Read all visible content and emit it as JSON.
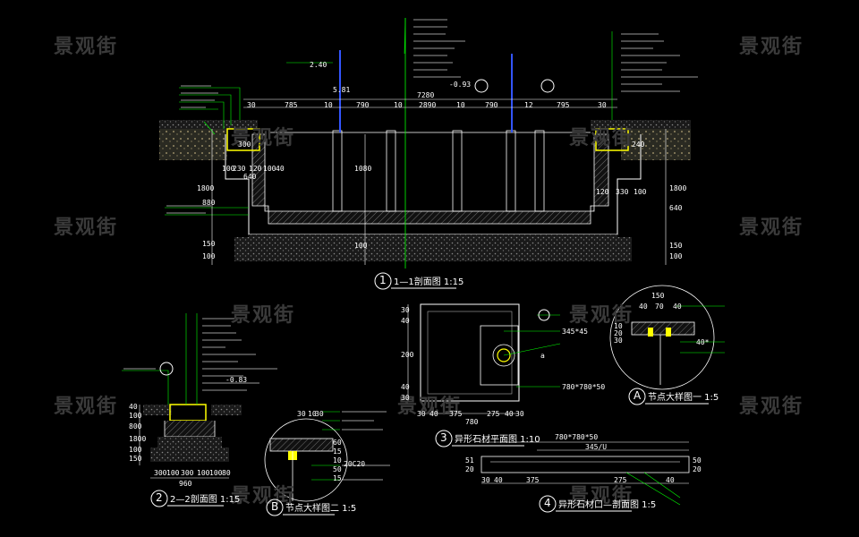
{
  "watermark": "景观街",
  "colors": {
    "background": "#000000",
    "leader": "#00ff00",
    "dimension": "#ffffff",
    "structure": "#ffffff",
    "gravel": "#777777",
    "ground": "#c8b88a",
    "yellow": "#ffff00",
    "blue": "#3355ff"
  },
  "views": {
    "section1": {
      "number": "1",
      "title": "1—1剖面图 1:15"
    },
    "section2": {
      "number": "2",
      "title": "2—2剖面图 1:15"
    },
    "plan3": {
      "number": "3",
      "title": "异形石材平面图 1:10"
    },
    "section4": {
      "number": "4",
      "title": "异形石材口—剖面图 1:5"
    },
    "detailA": {
      "letter": "A",
      "title": "节点大样图一 1:5"
    },
    "detailB": {
      "letter": "B",
      "title": "节点大样图二 1:5"
    }
  },
  "section1_dims": {
    "total": "7280",
    "top": [
      "30",
      "785",
      "10",
      "790",
      "10",
      "2890",
      "10",
      "790",
      "12",
      "795",
      "30"
    ],
    "left_vertical": [
      "1800",
      "880",
      "150",
      "100"
    ],
    "right_vertical": [
      "1800",
      "640",
      "150",
      "100"
    ],
    "left_bottom": [
      "100",
      "230",
      "120",
      "100",
      "40"
    ],
    "left_bottom_total": "640",
    "right_bottom": [
      "120",
      "330",
      "100"
    ],
    "center_vertical": [
      "1080",
      "100"
    ],
    "left_300": "300",
    "right_240": "240"
  },
  "section2_dims": {
    "bottom": [
      "300",
      "100",
      "300",
      "100",
      "100",
      "80"
    ],
    "total": "960",
    "left_vertical": [
      "1800",
      "800",
      "150",
      "100",
      "100",
      "40"
    ]
  },
  "plan3_dims": {
    "bottom": [
      "30",
      "40",
      "375",
      "275",
      "40",
      "30"
    ],
    "total": "780",
    "left_vertical": [
      "30",
      "40",
      "200",
      "40",
      "30"
    ],
    "callout_1": "345*45",
    "callout_2": "780*780*50",
    "label_a": "a"
  },
  "section4_dims": {
    "top_1": "780*780*50",
    "top_2": "345/U",
    "bottom": [
      "30",
      "40",
      "375",
      "275",
      "40"
    ],
    "left": [
      "51",
      "20"
    ],
    "right": [
      "50",
      "20"
    ]
  },
  "detailA_dims": {
    "top": [
      "40",
      "70",
      "40"
    ],
    "total": "150",
    "left": [
      "10",
      "20",
      "30"
    ],
    "callout": "40*"
  },
  "detailB_dims": {
    "top": [
      "30",
      "10",
      "30"
    ],
    "left": [
      "60",
      "15",
      "10",
      "50",
      "15"
    ],
    "callout": "20C20"
  },
  "elevations": [
    "5.81",
    "2.40",
    "-0.93",
    "-0.83"
  ]
}
